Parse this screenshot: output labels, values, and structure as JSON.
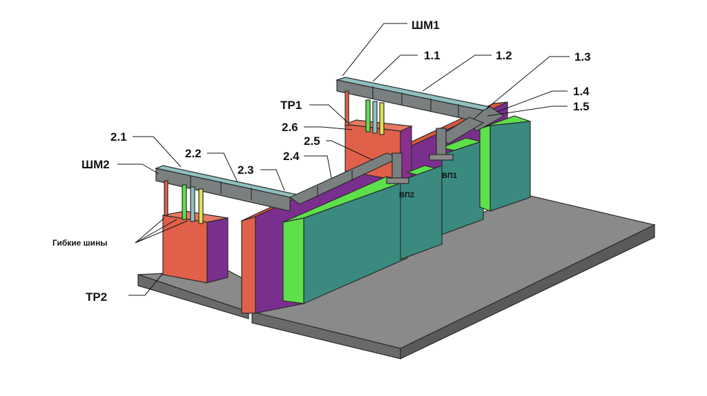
{
  "diagram": {
    "labels": {
      "shm1": "ШМ1",
      "shm2": "ШМ2",
      "l11": "1.1",
      "l12": "1.2",
      "l13": "1.3",
      "l14": "1.4",
      "l15": "1.5",
      "tr1": "ТР1",
      "tr2": "ТР2",
      "l21": "2.1",
      "l22": "2.2",
      "l23": "2.3",
      "l24": "2.4",
      "l25": "2.5",
      "l26": "2.6",
      "vp1": "ВП1",
      "vp2": "ВП2",
      "flex": "Гибкие шины"
    },
    "colors": {
      "floor_top": "#8a8a8a",
      "floor_side": "#6e6e6e",
      "wall_red": "#e0604a",
      "wall_purple": "#7a2f8e",
      "cabinet_green": "#5ee04a",
      "cabinet_teal": "#3a8a80",
      "busbar": "#7a7f80",
      "busbar_top": "#8fbfbf",
      "transformer_red": "#e0604a"
    }
  }
}
